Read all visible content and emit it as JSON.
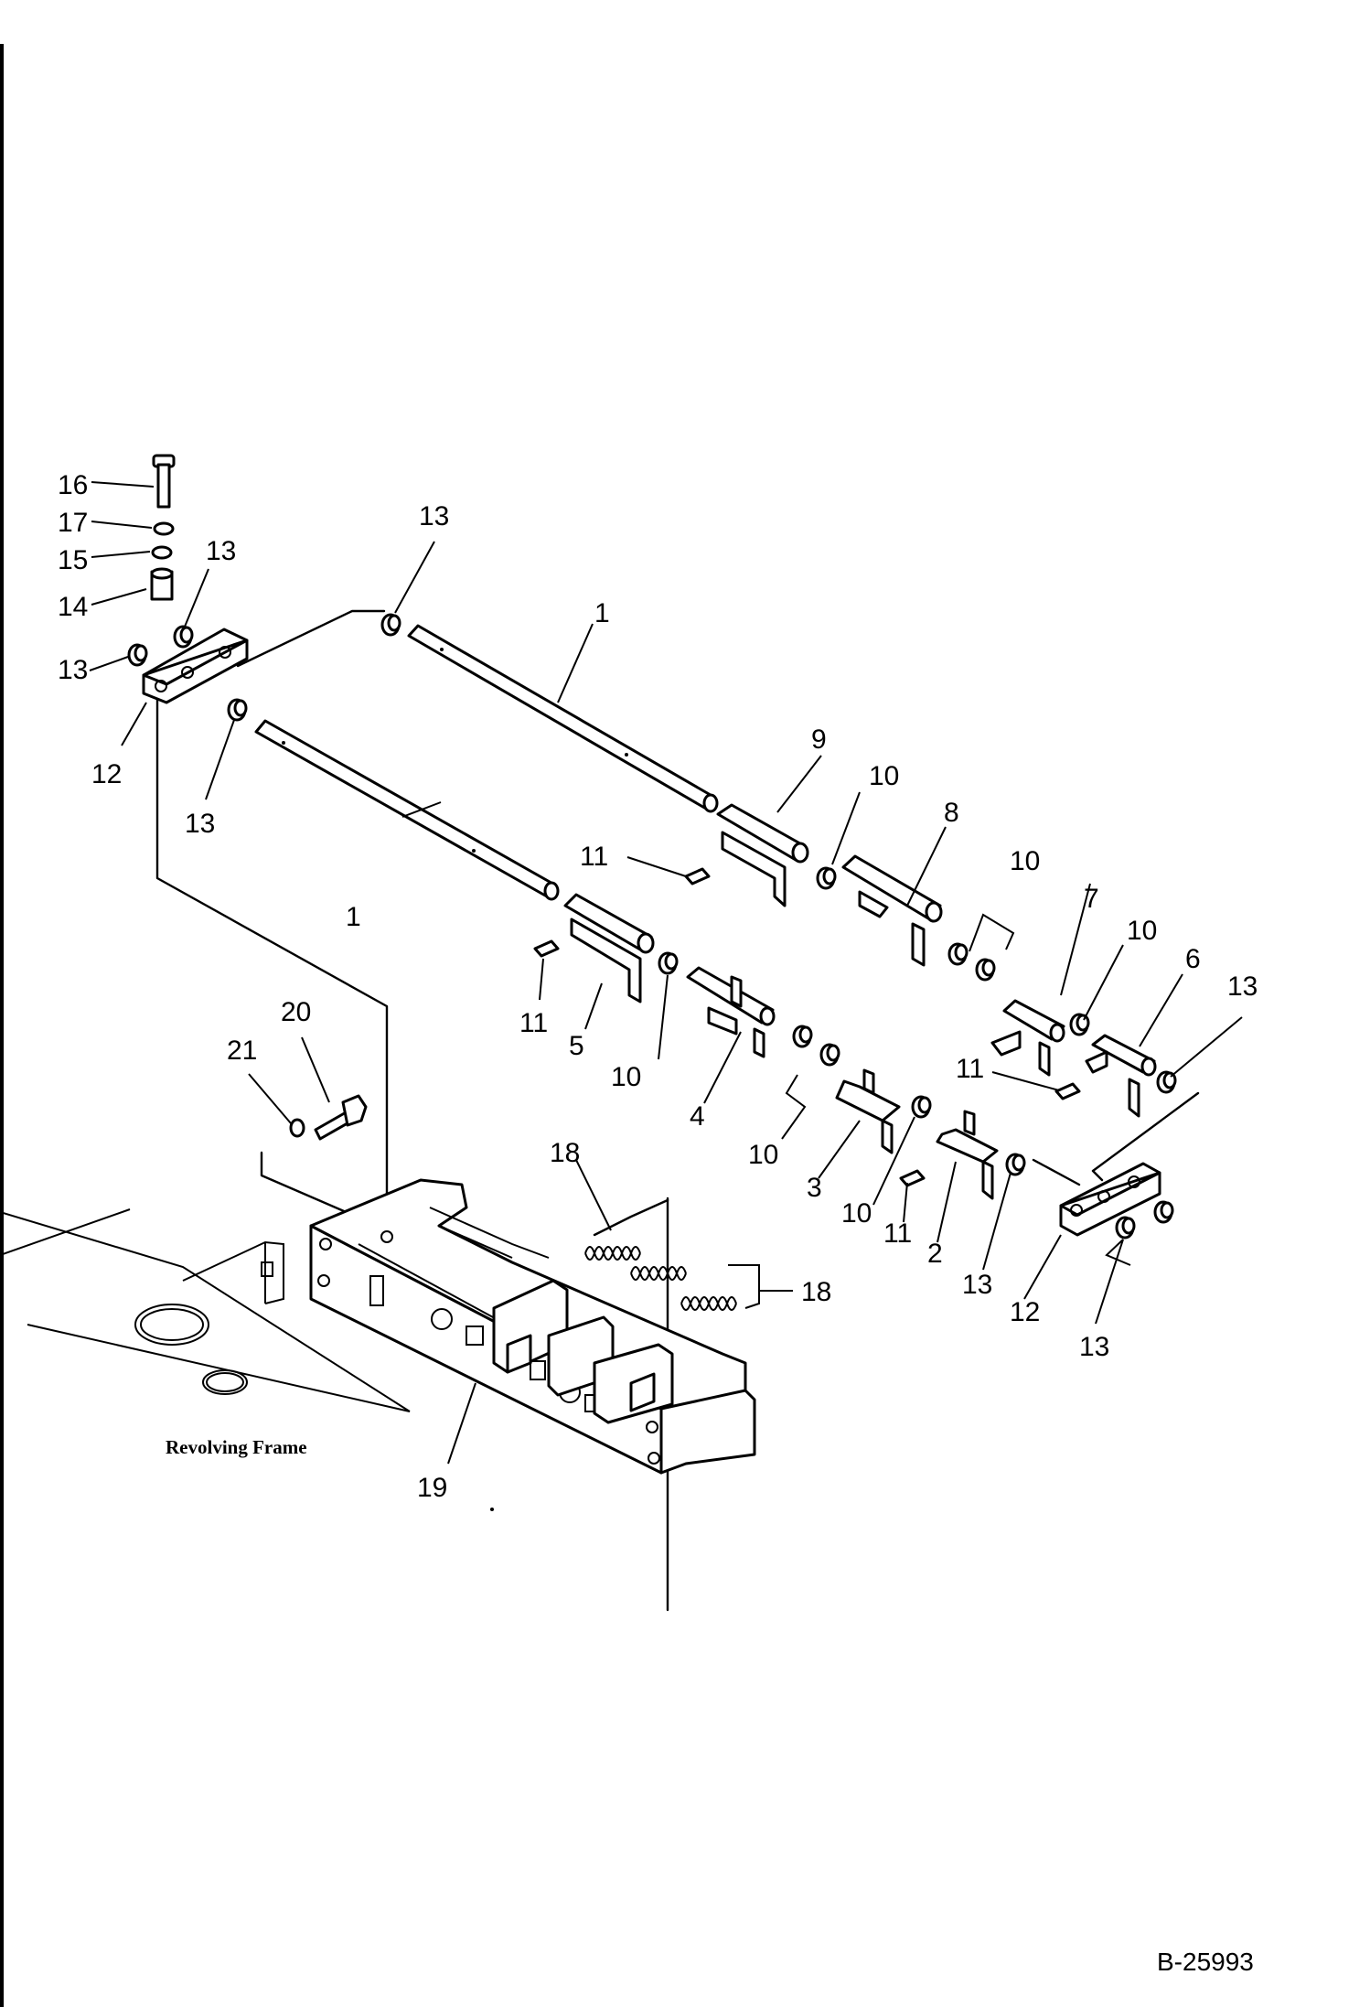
{
  "drawing": {
    "number": "B-25993",
    "frame_label": "Revolving  Frame"
  },
  "callouts": {
    "c16": "16",
    "c17": "17",
    "c15": "15",
    "c14": "14",
    "c13_a": "13",
    "c13_b": "13",
    "c13_c": "13",
    "c13_d": "13",
    "c13_e": "13",
    "c13_f": "13",
    "c13_g": "13",
    "c12_a": "12",
    "c12_b": "12",
    "c1_a": "1",
    "c1_b": "1",
    "c9": "9",
    "c8": "8",
    "c7": "7",
    "c6": "6",
    "c5": "5",
    "c4": "4",
    "c3": "3",
    "c2": "2",
    "c10_a": "10",
    "c10_b": "10",
    "c10_c": "10",
    "c10_d": "10",
    "c10_e": "10",
    "c10_f": "10",
    "c11_a": "11",
    "c11_b": "11",
    "c11_c": "11",
    "c11_d": "11",
    "c18_a": "18",
    "c18_b": "18",
    "c19": "19",
    "c20": "20",
    "c21": "21"
  }
}
